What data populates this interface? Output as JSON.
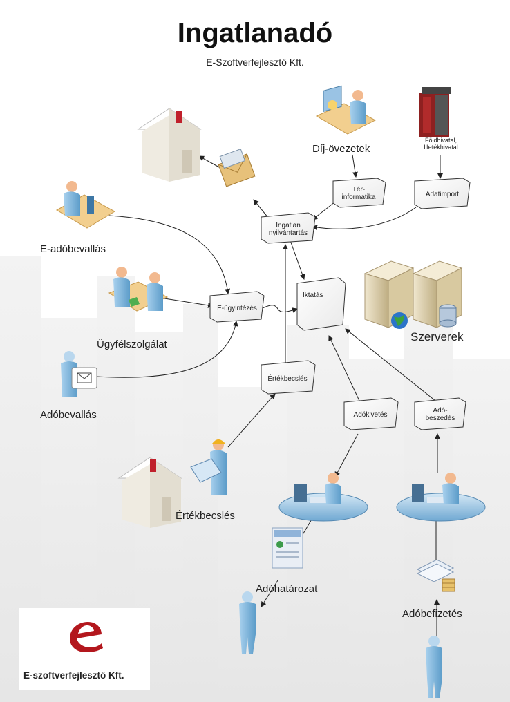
{
  "title": "Ingatlanadó",
  "subtitle": "E-Szoftverfejlesztő Kft.",
  "nodes": {
    "dij_ovezetek": "Díj-övezetek",
    "foldhivatal": "Földhivatal, Illetékhivatal",
    "ter_informatika": "Tér-\ninformatika",
    "adatimport": "Adatimport",
    "ingatlan_nyilvantartas": "Ingatlan\nnyilvántartás",
    "e_adobevallas": "E-adóbevallás",
    "ugyfelszolgalat": "Ügyfélszolgálat",
    "e_ugyintezes": "E-ügyintézés",
    "iktatas": "Iktatás",
    "szerverek": "Szerverek",
    "adobevallas": "Adóbevallás",
    "ertekbecsles_doc": "Értékbecslés",
    "adokivetes": "Adókivetés",
    "adobeszedes": "Adó-\nbeszedés",
    "ertekbecsles": "Értékbecslés",
    "adohatarozat": "Adóhatározat",
    "adobefizetes": "Adóbefizetés"
  },
  "logo": {
    "text": "E-szoftverfejlesztő Kft.",
    "brand_color": "#b3171d"
  }
}
